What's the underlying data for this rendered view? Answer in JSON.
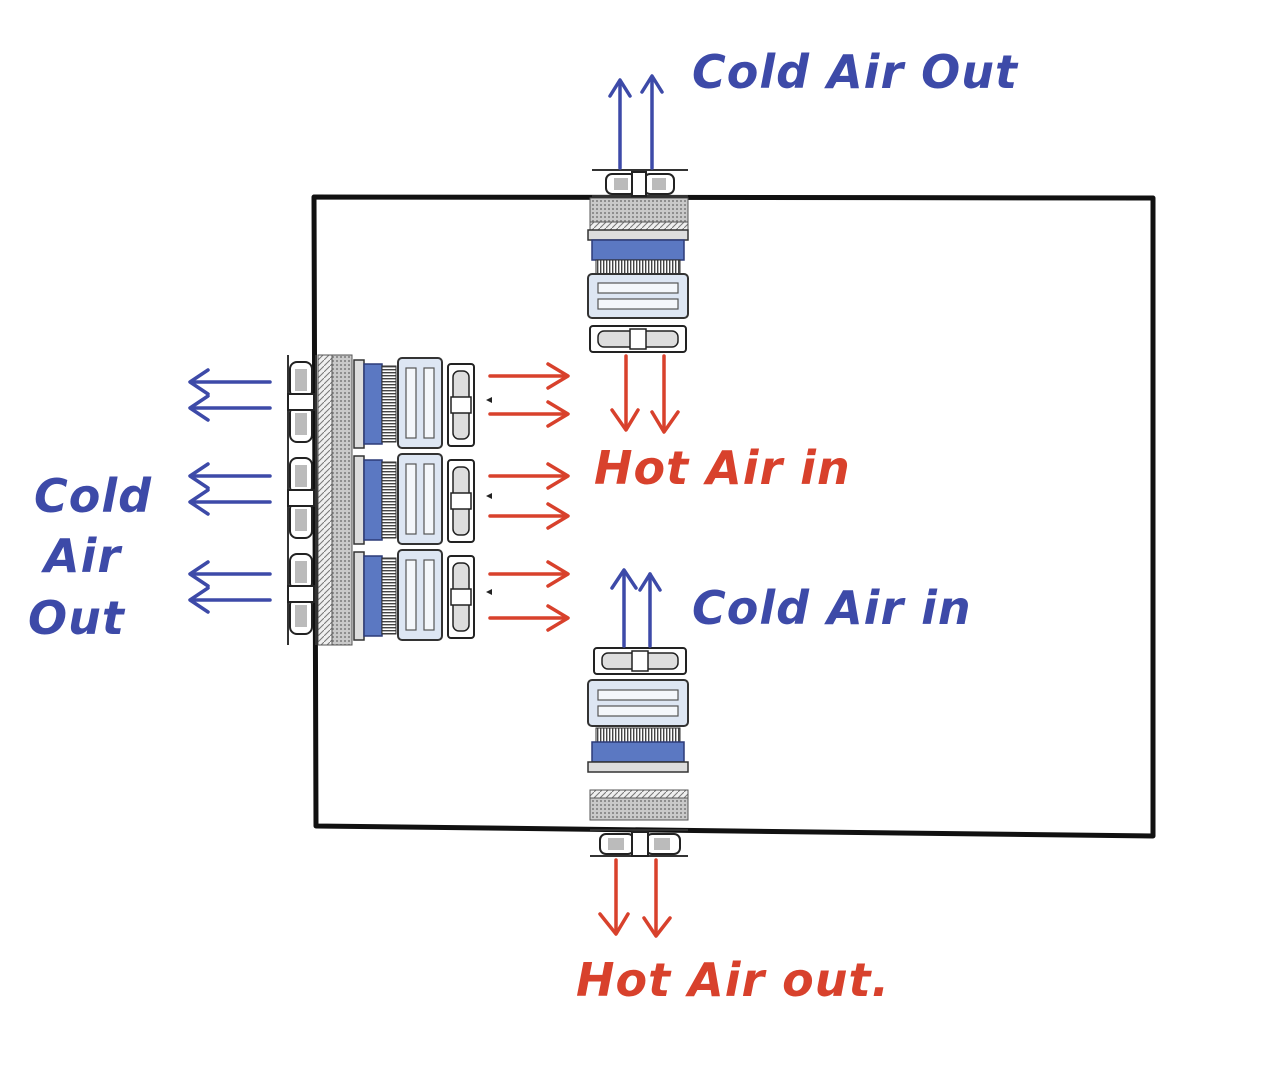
{
  "labels": {
    "cold_air_out_top": "Cold Air Out",
    "hot_air_in": "Hot Air in",
    "cold_air_in": "Cold Air in",
    "hot_air_out": "Hot Air out.",
    "cold_left_line1": "Cold",
    "cold_left_line2": "Air",
    "cold_left_line3": "Out"
  },
  "colors": {
    "cold": "#3d4aa8",
    "hot": "#d8412c",
    "enclosure": "#111111",
    "module_blue": "#5b78c2",
    "module_light": "#dde6f3"
  }
}
